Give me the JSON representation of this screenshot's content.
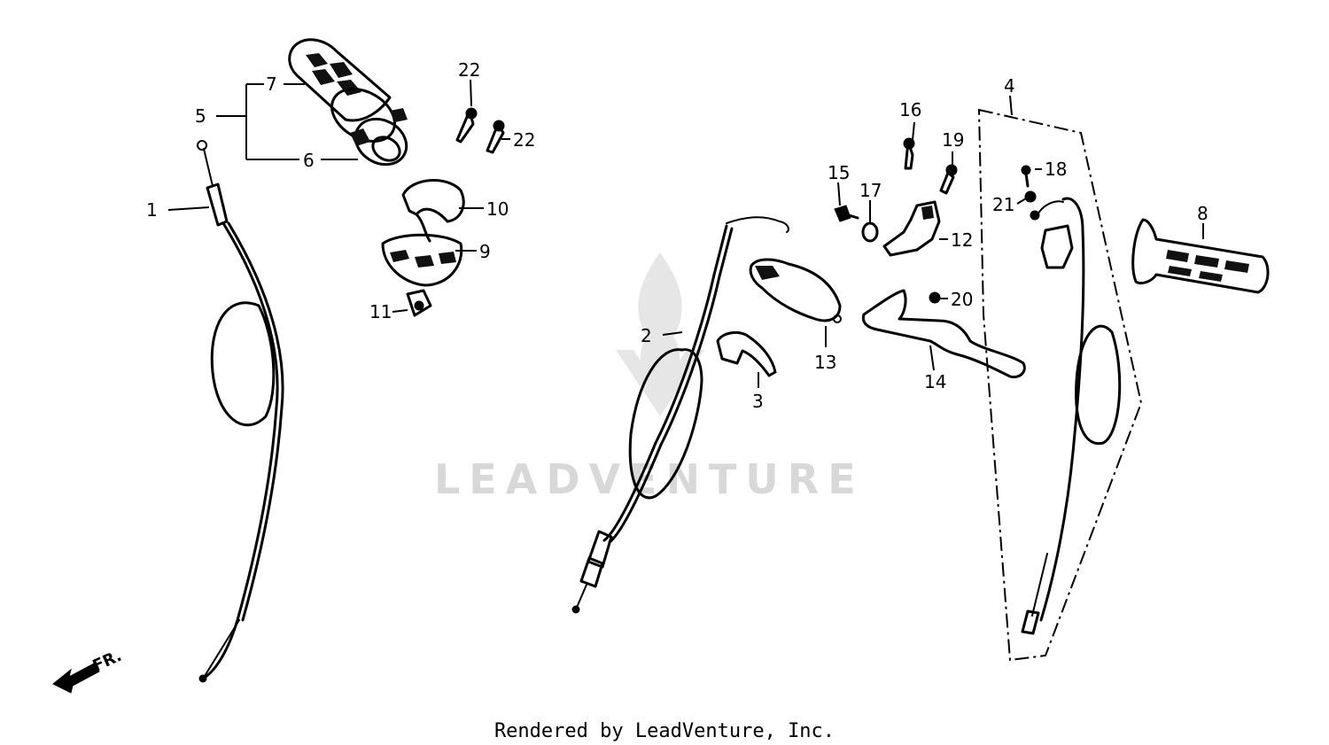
{
  "watermark": {
    "brand": "LEADVENTURE"
  },
  "footer": {
    "text": "Rendered by LeadVenture, Inc."
  },
  "direction_marker": {
    "label": "FR.",
    "icon": "front-arrow-icon"
  },
  "callouts": {
    "c1": "1",
    "c2": "2",
    "c3": "3",
    "c4": "4",
    "c5": "5",
    "c6": "6",
    "c7": "7",
    "c8": "8",
    "c9": "9",
    "c10": "10",
    "c11": "11",
    "c12": "12",
    "c13": "13",
    "c14": "14",
    "c15": "15",
    "c16": "16",
    "c17": "17",
    "c18": "18",
    "c19": "19",
    "c20": "20",
    "c21": "21",
    "c22a": "22",
    "c22b": "22"
  }
}
